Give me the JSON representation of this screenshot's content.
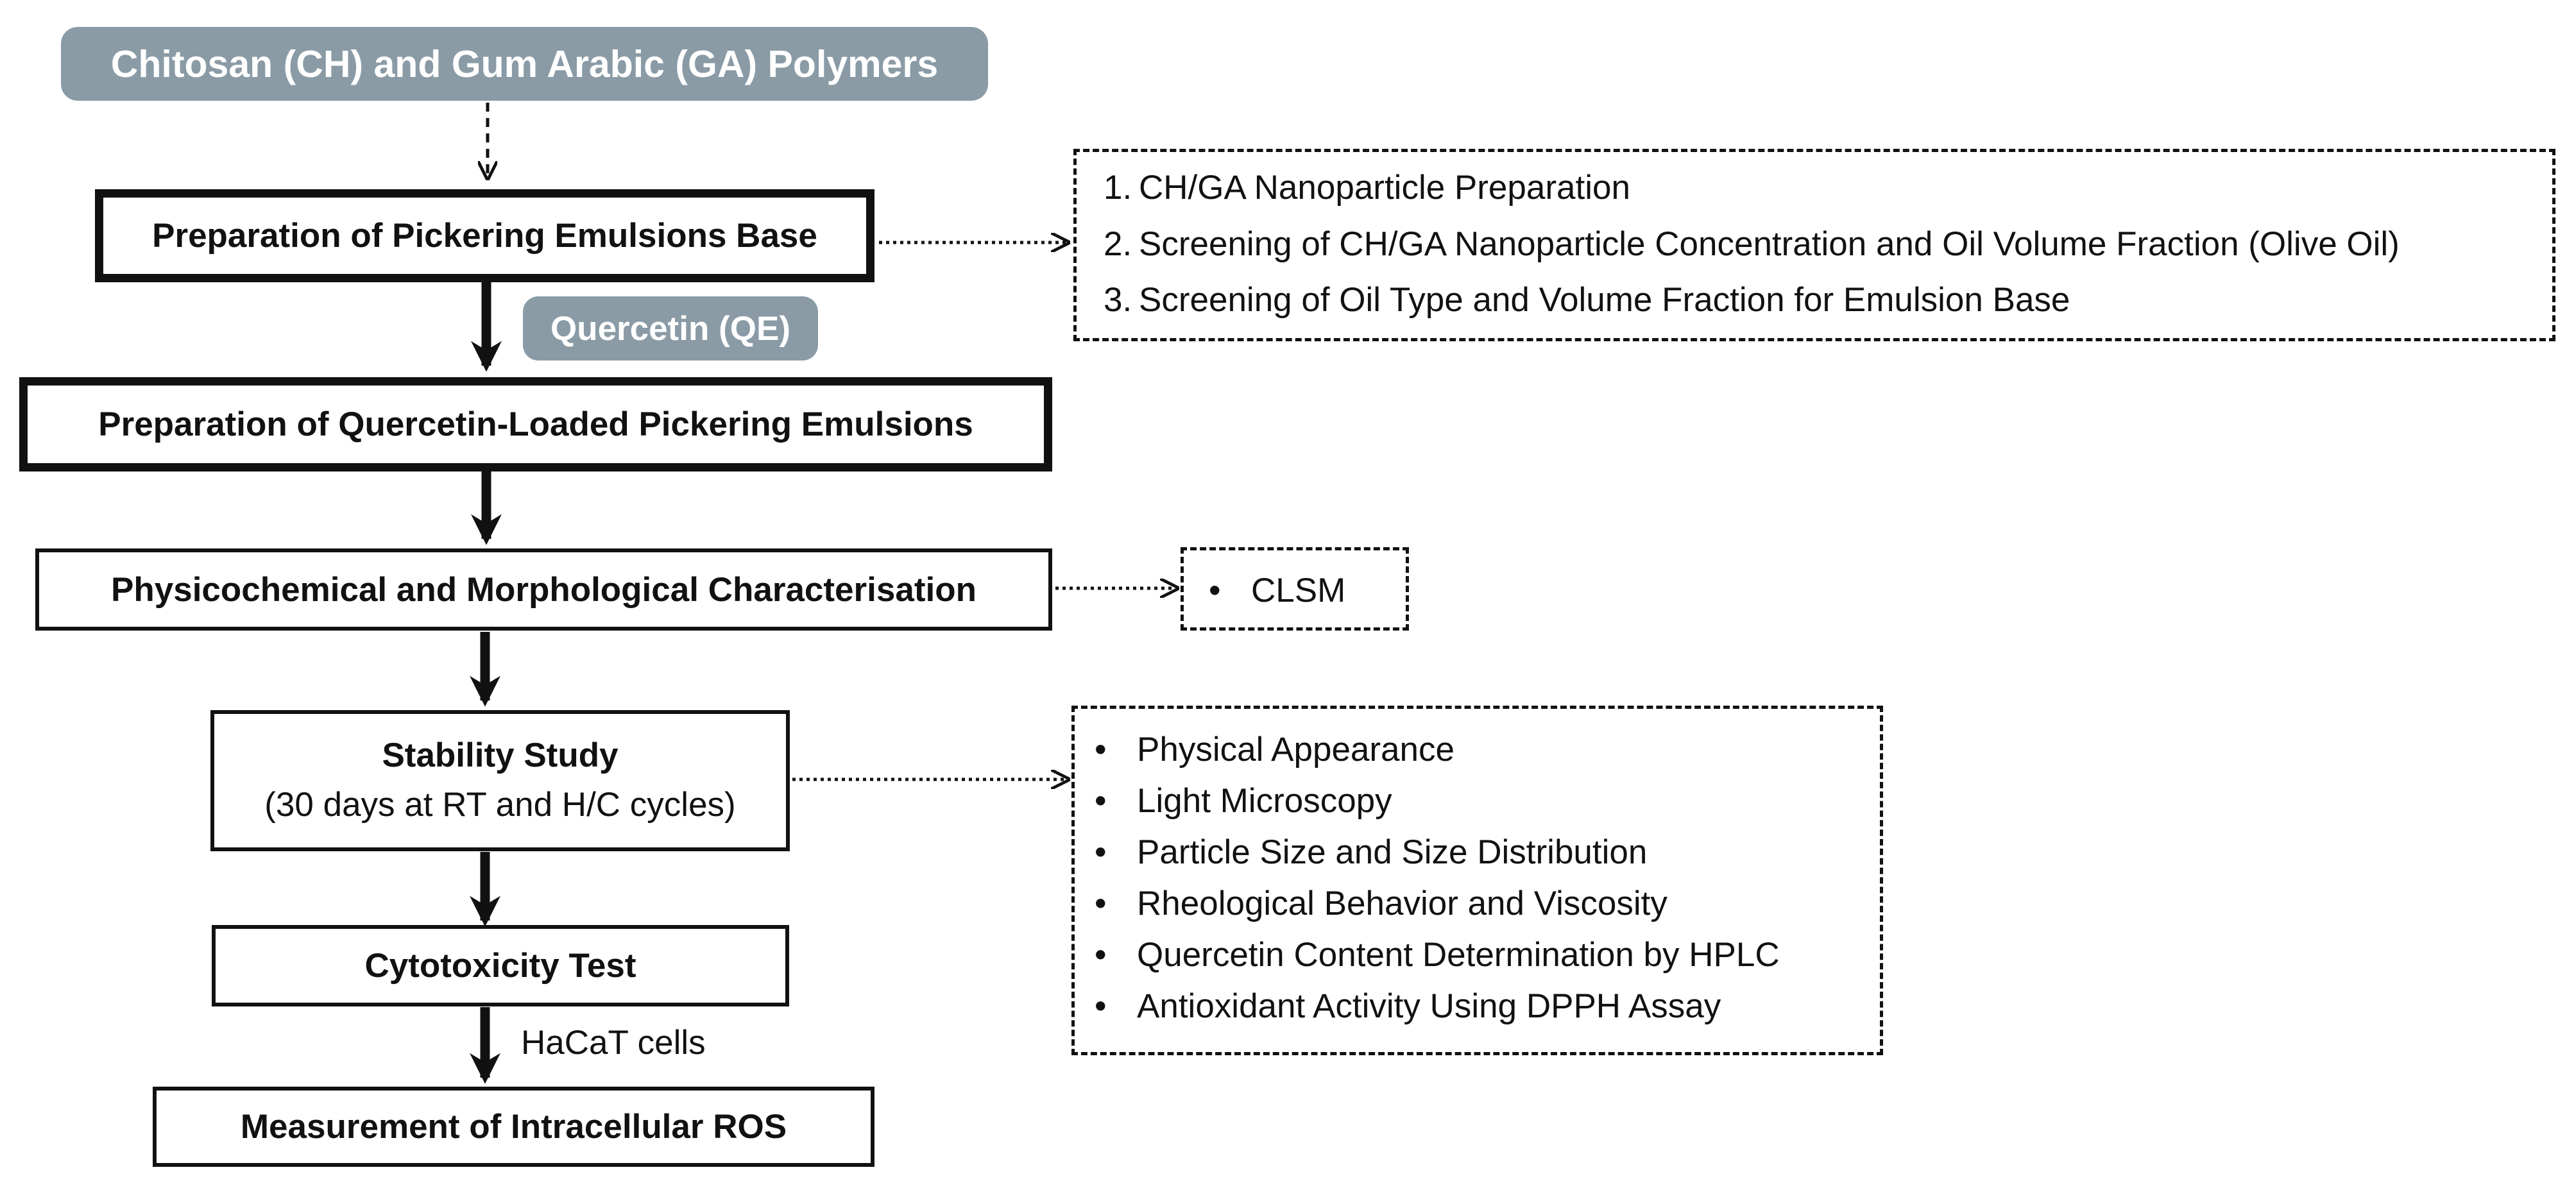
{
  "inputs": {
    "polymers": "Chitosan (CH) and Gum Arabic (GA) Polymers",
    "quercetin": "Quercetin (QE)"
  },
  "steps": {
    "emulsion_base": "Preparation of Pickering Emulsions Base",
    "quercetin_loaded": "Preparation of Quercetin-Loaded Pickering Emulsions",
    "characterisation": "Physicochemical and Morphological Characterisation",
    "stability_title": "Stability Study",
    "stability_subtitle": "(30 days at RT and H/C cycles)",
    "cytotoxicity": "Cytotoxicity Test",
    "ros": "Measurement of Intracellular ROS"
  },
  "edge_labels": {
    "hacat": "HaCaT cells"
  },
  "details": {
    "emulsion_base": [
      {
        "number": "1.",
        "text": "CH/GA Nanoparticle Preparation"
      },
      {
        "number": "2.",
        "text": "Screening of CH/GA Nanoparticle Concentration and Oil Volume Fraction (Olive Oil)"
      },
      {
        "number": "3.",
        "text": "Screening of Oil Type and Volume Fraction for Emulsion Base"
      }
    ],
    "characterisation": [
      "CLSM"
    ],
    "stability": [
      "Physical Appearance",
      "Light Microscopy",
      "Particle Size and Size Distribution",
      "Rheological Behavior and Viscosity",
      "Quercetin Content Determination by HPLC",
      "Antioxidant Activity Using DPPH Assay"
    ]
  },
  "colors": {
    "input_pill": "#8a9ba6",
    "stroke": "#111111"
  }
}
